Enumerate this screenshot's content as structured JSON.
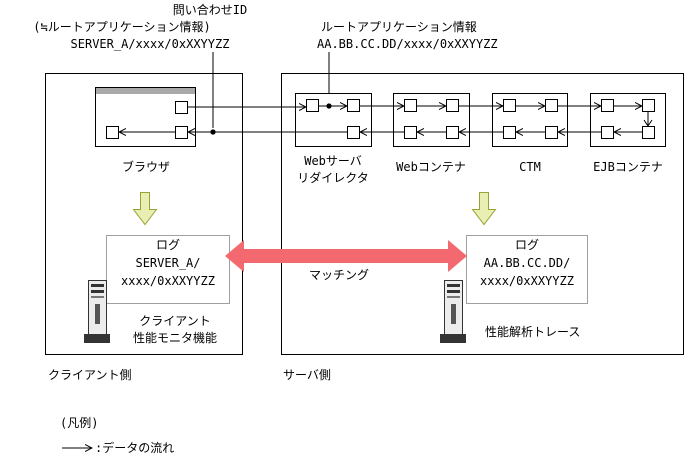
{
  "annotations": {
    "inquiry_title": "問い合わせID",
    "inquiry_sub": "(≒ルートアプリケーション情報)",
    "inquiry_value": "SERVER_A/xxxx/0xXXYYZZ",
    "root_title": "ルートアプリケーション情報",
    "root_value": "AA.BB.CC.DD/xxxx/0xXXYYZZ"
  },
  "client": {
    "browser_label": "ブラウザ",
    "log_title": "ログ",
    "log_line1": "SERVER_A/",
    "log_line2": "xxxx/0xXXYYZZ",
    "monitor_line1": "クライアント",
    "monitor_line2": "性能モニタ機能",
    "side_label": "クライアント側"
  },
  "server": {
    "redirector_line1": "Webサーバ",
    "redirector_line2": "リダイレクタ",
    "web_container": "Webコンテナ",
    "ctm": "CTM",
    "ejb_container": "EJBコンテナ",
    "log_title": "ログ",
    "log_line1": "AA.BB.CC.DD/",
    "log_line2": "xxxx/0xXXYYZZ",
    "trace_label": "性能解析トレース",
    "side_label": "サーバ側"
  },
  "matching_label": "マッチング",
  "legend": {
    "title": "(凡例)",
    "flow_label": ":データの流れ"
  },
  "colors": {
    "matching_arrow": "#f26a6f",
    "process_arrow": "#e9efb2",
    "process_arrow_stroke": "#9aa235",
    "browser_titlebar": "#a9a9a9"
  }
}
